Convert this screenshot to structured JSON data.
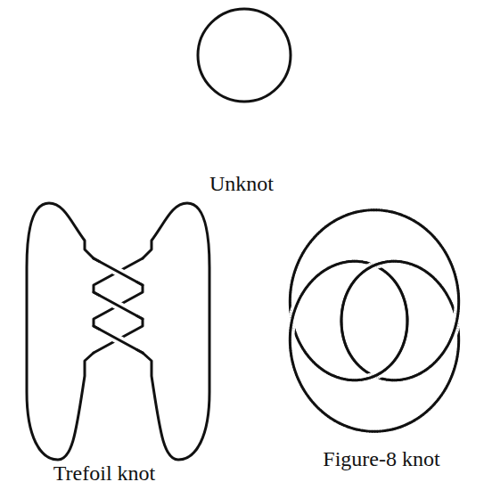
{
  "diagram": {
    "labels": [
      "Unknot",
      "Trefoil knot",
      "Figure-8 knot"
    ]
  }
}
